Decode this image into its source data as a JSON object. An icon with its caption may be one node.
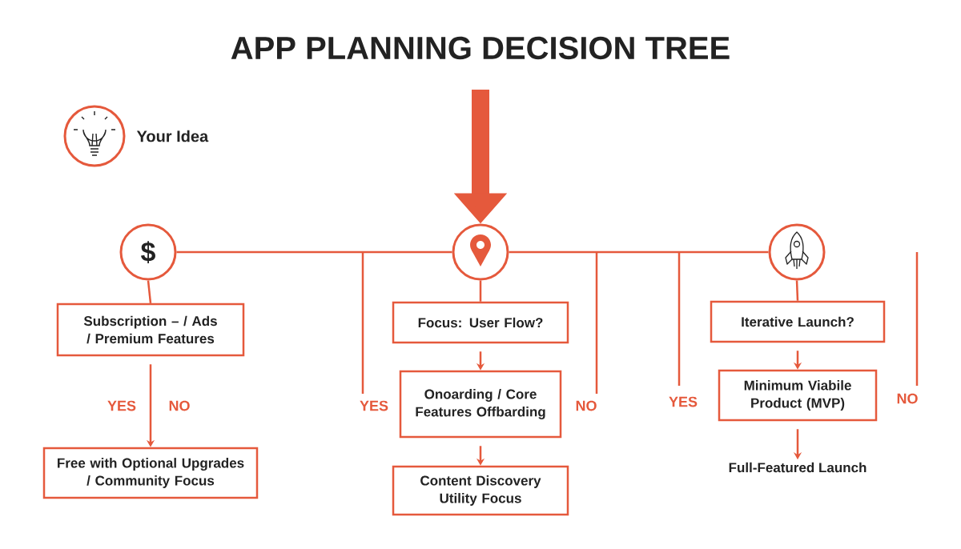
{
  "diagram": {
    "title": "APP PLANNING DECISION TREE",
    "nodes": [
      {
        "text": [],
        "shape": "circle",
        "beside": [
          "Your Idea"
        ]
      },
      {
        "text": [
          "$"
        ]
      },
      {
        "text": [],
        "shape": "circle"
      },
      {
        "text": [],
        "shape": "circle"
      },
      {
        "text": [
          "Subscription – / Ads / Premium Features"
        ]
      },
      {
        "text": [
          "Free with Optional Upgrades / Community Focus"
        ]
      },
      {
        "text": [
          "Focus: User Flow?"
        ]
      },
      {
        "text": [
          "Onoarding / Core Features Offbarding"
        ]
      },
      {
        "text": [
          "Content Discovery Utility Focus"
        ]
      },
      {
        "text": [
          "Iterative Launch?"
        ]
      },
      {
        "text": [
          "Minimum Viabile Product (MVP)"
        ]
      },
      {
        "text": [
          "Full-Featured Launch"
        ]
      }
    ],
    "edges": [
      {
        "from": null,
        "to": 2,
        "arrow": "to",
        "style": "thick"
      },
      {
        "from": 1,
        "to": 2,
        "arrow": "none"
      },
      {
        "from": 2,
        "to": 3,
        "arrow": "none"
      },
      {
        "from": 1,
        "to": 4,
        "arrow": "none"
      },
      {
        "from": 2,
        "to": 6,
        "arrow": "none"
      },
      {
        "from": 3,
        "to": 9,
        "arrow": "none"
      },
      {
        "from": 4,
        "to": 5,
        "arrow": "to"
      },
      {
        "from": 6,
        "to": 7,
        "arrow": "to"
      },
      {
        "from": 7,
        "to": 8,
        "arrow": "to"
      },
      {
        "from": 9,
        "to": 10,
        "arrow": "to"
      },
      {
        "from": 10,
        "to": 11,
        "arrow": "to"
      }
    ],
    "labels": [
      "YES",
      "NO",
      "YES",
      "NO",
      "YES",
      "NO"
    ]
  }
}
